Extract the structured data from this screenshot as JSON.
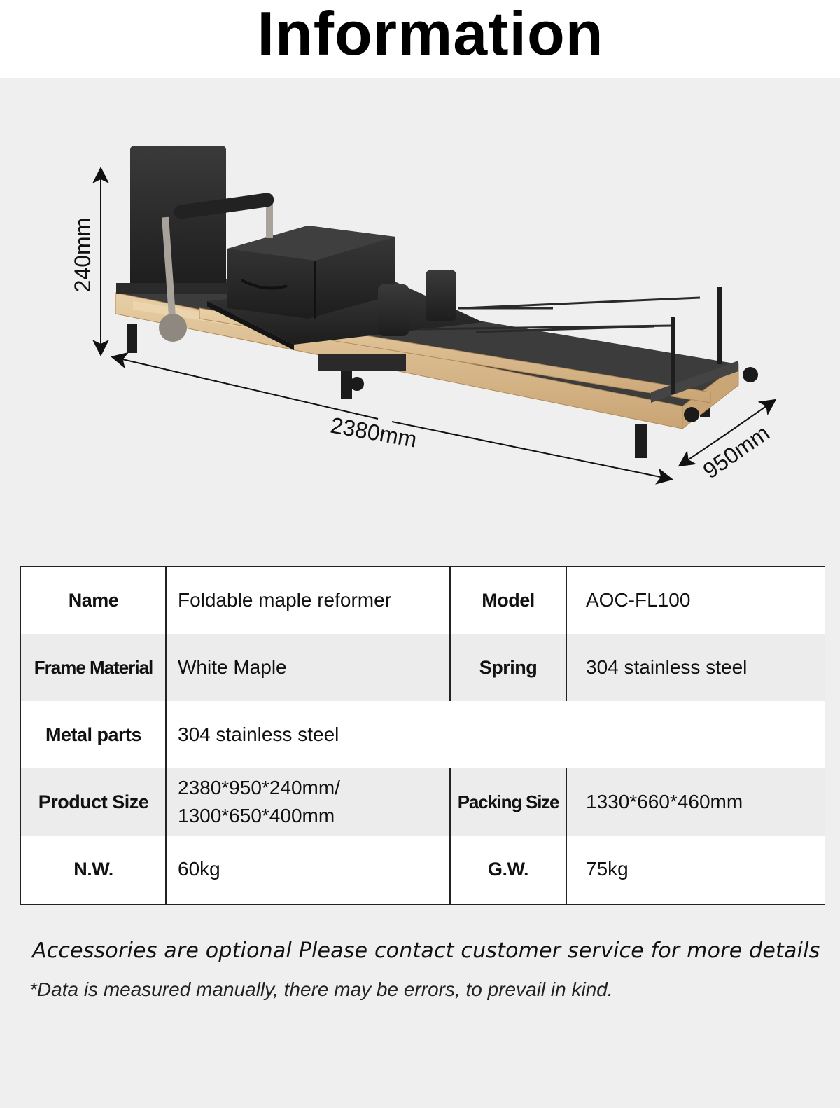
{
  "title": "Information",
  "dimensions": {
    "height": "240mm",
    "length": "2380mm",
    "width": "950mm"
  },
  "specs": {
    "name_label": "Name",
    "name_value": "Foldable maple reformer",
    "model_label": "Model",
    "model_value": "AOC-FL100",
    "frame_label": "Frame Material",
    "frame_value": "White Maple",
    "spring_label": "Spring",
    "spring_value": "304 stainless steel",
    "metal_label": "Metal parts",
    "metal_value": "304 stainless steel",
    "product_size_label": "Product Size",
    "product_size_line1": "2380*950*240mm/",
    "product_size_line2": "1300*650*400mm",
    "packing_size_label": "Packing Size",
    "packing_size_value": "1330*660*460mm",
    "nw_label": "N.W.",
    "nw_value": "60kg",
    "gw_label": "G.W.",
    "gw_value": "75kg"
  },
  "notes": {
    "accessories": "Accessories are optional Please contact customer service for more details",
    "disclaimer": "*Data is measured manually, there may be errors, to prevail in kind."
  },
  "colors": {
    "page_background": "#efefef",
    "table_shade": "#ececec",
    "maple_wood": "#d9b98e",
    "upholstery": "#2b2b2b"
  }
}
